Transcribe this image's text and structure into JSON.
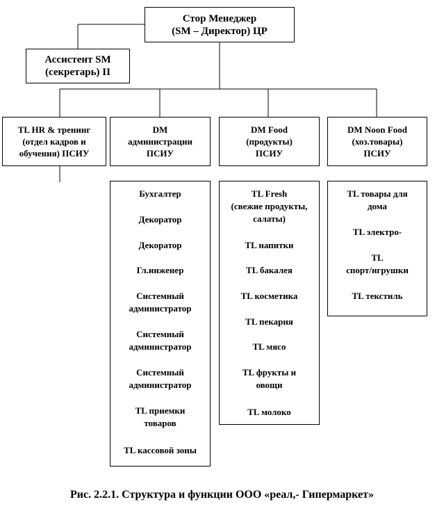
{
  "director": "Стор Менеджер\n(SM – Директор) ЦР",
  "assistant": "Ассистент SM\n(секретарь) II",
  "departments": [
    "TL HR & тренинг\n(отдел кадров и\nобучения) ПСИУ",
    "DM\nадминистрации\nПСИУ",
    "DM Food\n(продукты)\nПСИУ",
    "DM Noon Food\n(хоз.товары)\nПСИУ"
  ],
  "admin_staff": [
    "Бухгалтер",
    "Декоратор",
    "Декоратор",
    "Гл.инженер",
    "Системный\nадминистратор",
    "Системный\nадминистратор",
    "Системный\nадминистратор",
    "TL приемки\nтоваров",
    "TL кассовой зоны"
  ],
  "food_staff": [
    "TL Fresh\n(свежие продукты,\nсалаты)",
    "TL напитки",
    "TL бакалея",
    "TL косметика",
    "TL пекарня",
    "TL мясо",
    "TL фрукты и\nовощи",
    "TL молоко"
  ],
  "nonfood_staff": [
    "TL товары для\nдома",
    "TL  электро-",
    "TL\nспорт/игрушки",
    "TL  текстиль"
  ],
  "caption": "Рис. 2.2.1. Структура и функции ООО «реал,- Гипермаркет»"
}
